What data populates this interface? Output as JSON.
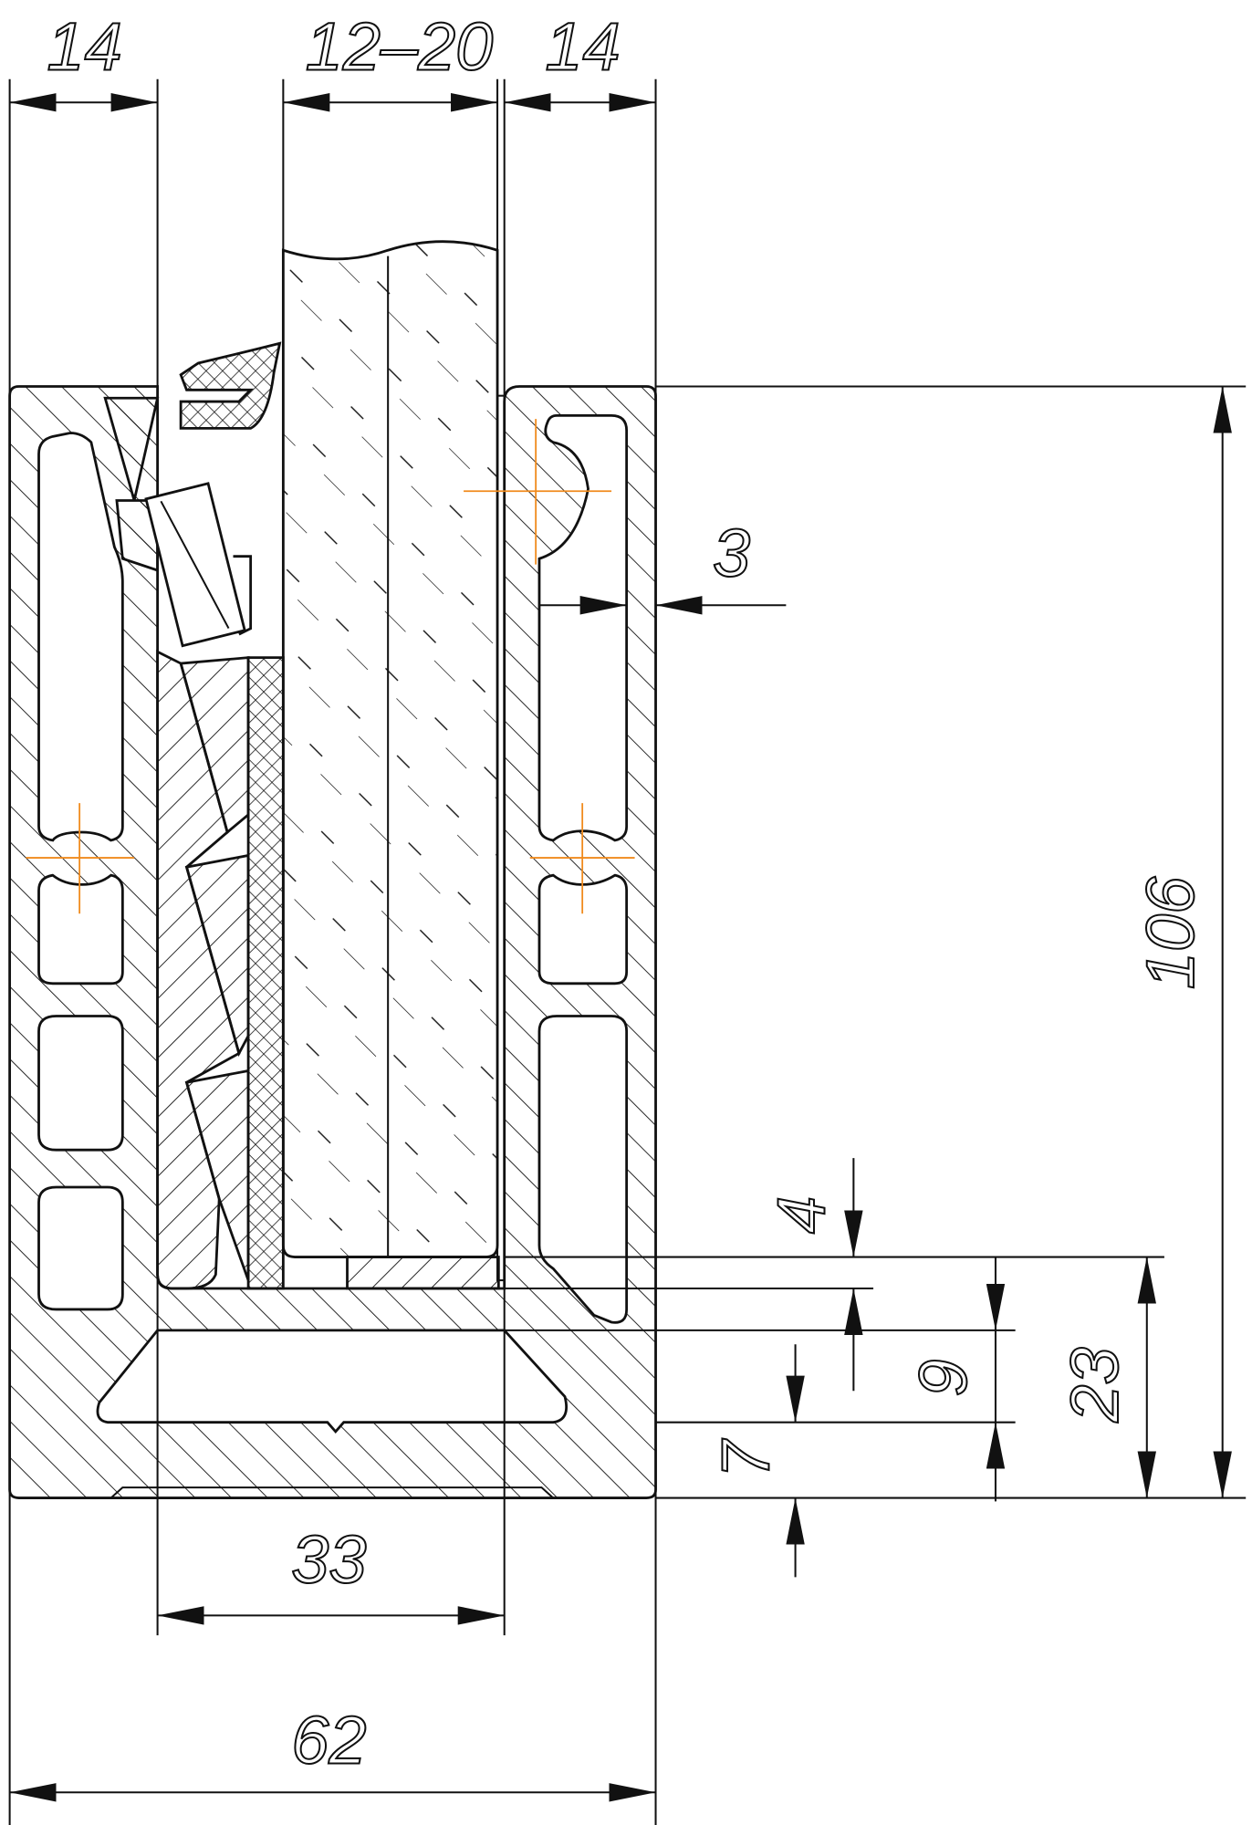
{
  "drawing": {
    "title": "Glass railing base profile cross-section",
    "accent_color": "#f08a1c",
    "dimensions": {
      "left_wall": "14",
      "glass_thickness": "12–20",
      "right_wall": "14",
      "gap": "3",
      "total_height": "106",
      "setting_block": "4",
      "hollow_height": "9",
      "bottom_height": "23",
      "base_thickness": "7",
      "channel_width": "33",
      "total_width": "62"
    }
  }
}
